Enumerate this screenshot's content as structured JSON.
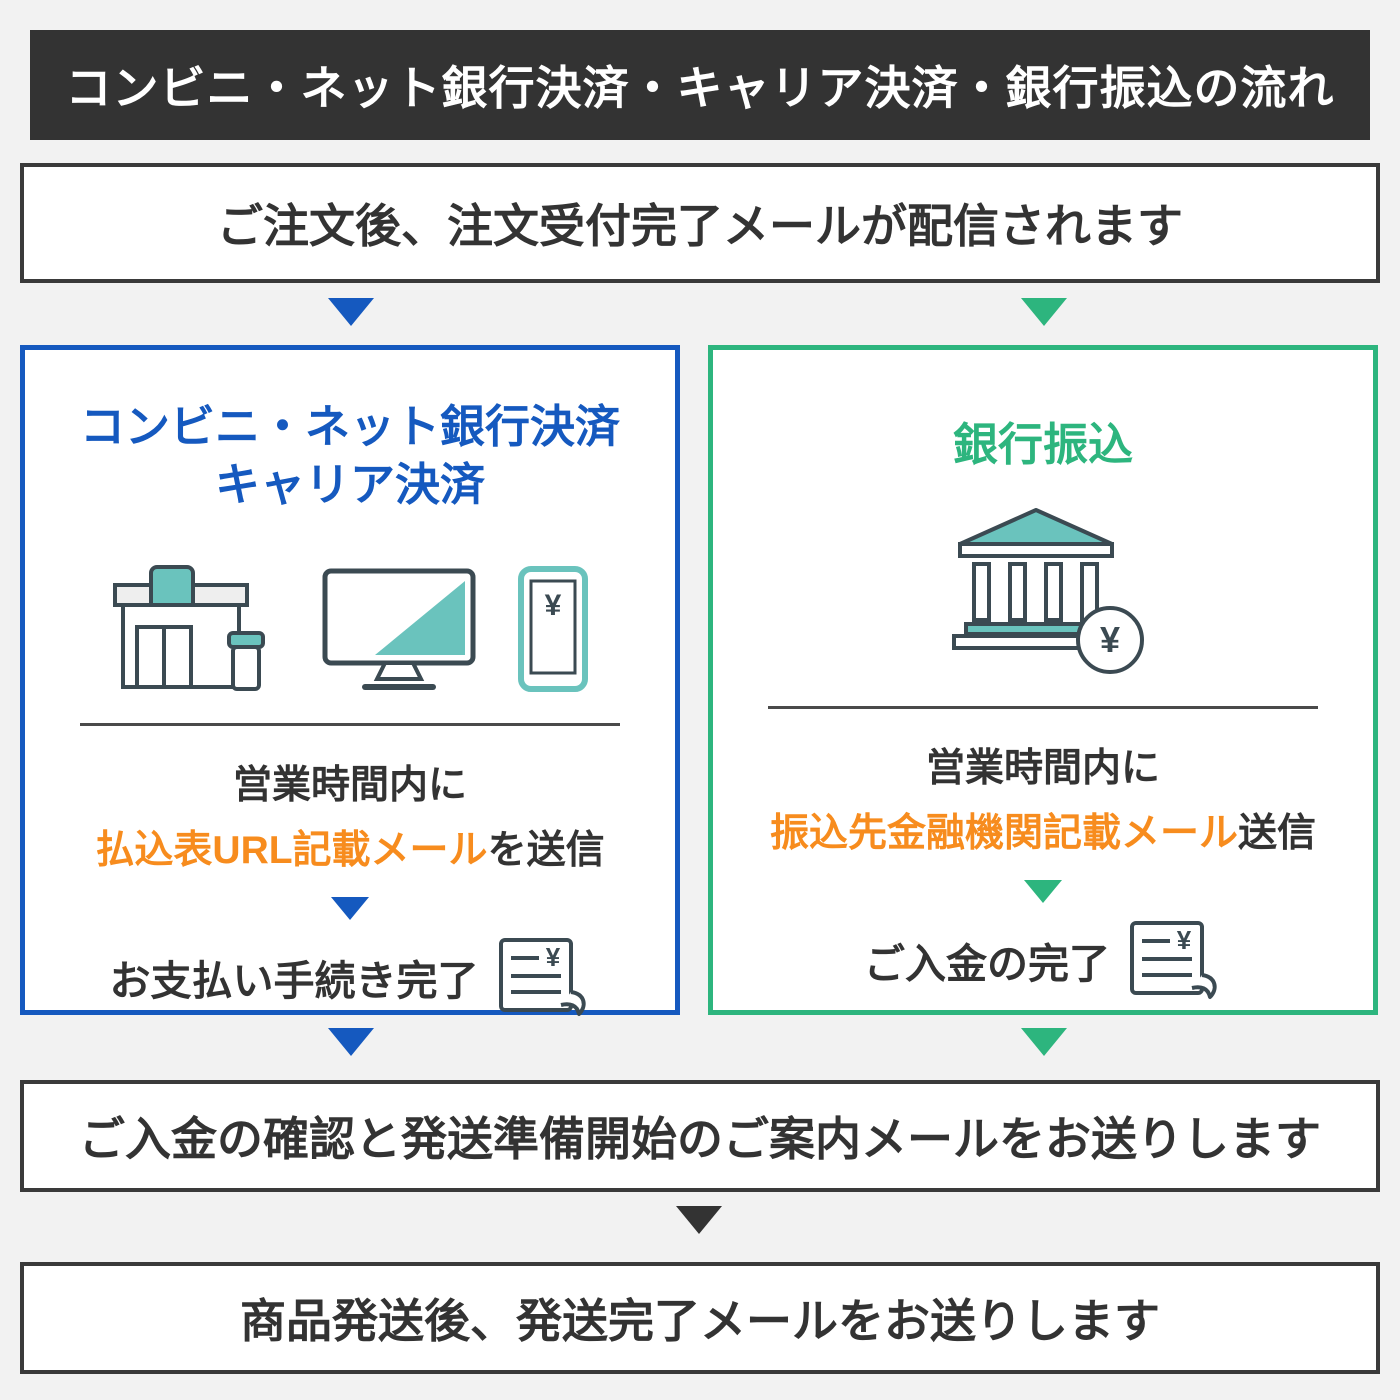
{
  "header": {
    "title": "コンビニ・ネット銀行決済・キャリア決済・銀行振込の流れ"
  },
  "flow": {
    "step_order": "ご注文後、注文受付完了メールが配信されます",
    "step_confirm": "ご入金の確認と発送準備開始のご案内メールをお送りします",
    "step_ship": "商品発送後、発送完了メールをお送りします"
  },
  "left_panel": {
    "title_line1": "コンビニ・ネット銀行決済",
    "title_line2": "キャリア決済",
    "hours": "営業時間内に",
    "mail_highlight": "払込表URL記載メール",
    "mail_suffix": "を送信",
    "complete": "お支払い手続き完了"
  },
  "right_panel": {
    "title": "銀行振込",
    "hours": "営業時間内に",
    "mail_highlight": "振込先金融機関記載メール",
    "mail_suffix": "送信",
    "complete": "ご入金の完了"
  },
  "glyphs": {
    "yen": "¥"
  },
  "colors": {
    "accent_blue": "#1559bf",
    "accent_green": "#2db57e",
    "highlight_orange": "#f78c1e",
    "dark": "#333333",
    "icon_teal": "#6ac3bd",
    "background": "#f2f2f2"
  }
}
